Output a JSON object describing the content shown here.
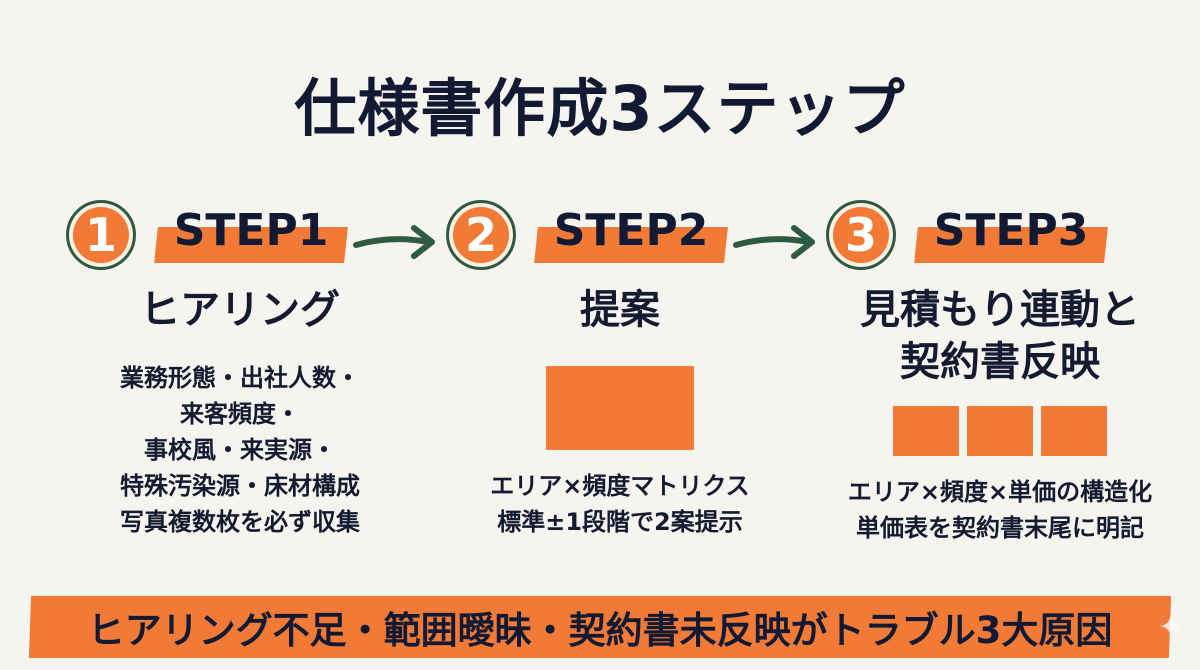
{
  "title": "仕様書作成3ステップ",
  "steps": [
    {
      "number": "1",
      "label": "STEP1",
      "heading_lines": [
        "ヒアリング"
      ],
      "desc_lines": [
        "業務形態・出社人数・",
        "来客頻度・",
        "事校風・来実源・",
        "特殊汚染源・床材構成",
        "写真複数枚を必ず収集"
      ]
    },
    {
      "number": "2",
      "label": "STEP2",
      "heading_lines": [
        "提案"
      ],
      "desc_lines": [
        "エリア×頻度マトリクス",
        "標準±1段階で2案提示"
      ]
    },
    {
      "number": "3",
      "label": "STEP3",
      "heading_lines": [
        "見積もり連動と",
        "契約書反映"
      ],
      "desc_lines": [
        "エリア×頻度×単価の構造化",
        "単価表を契約書末尾に明記"
      ]
    }
  ],
  "banner": "ヒアリング不足・範囲曖昧・契約書未反映がトラブル3大原因",
  "icons": {
    "arrow": "right-arrow-icon",
    "sparkle": "sparkle-icon"
  },
  "colors": {
    "accent": "#f07a36",
    "ring": "#2e5b3f",
    "text": "#141a30",
    "background": "#f6f4ef"
  }
}
